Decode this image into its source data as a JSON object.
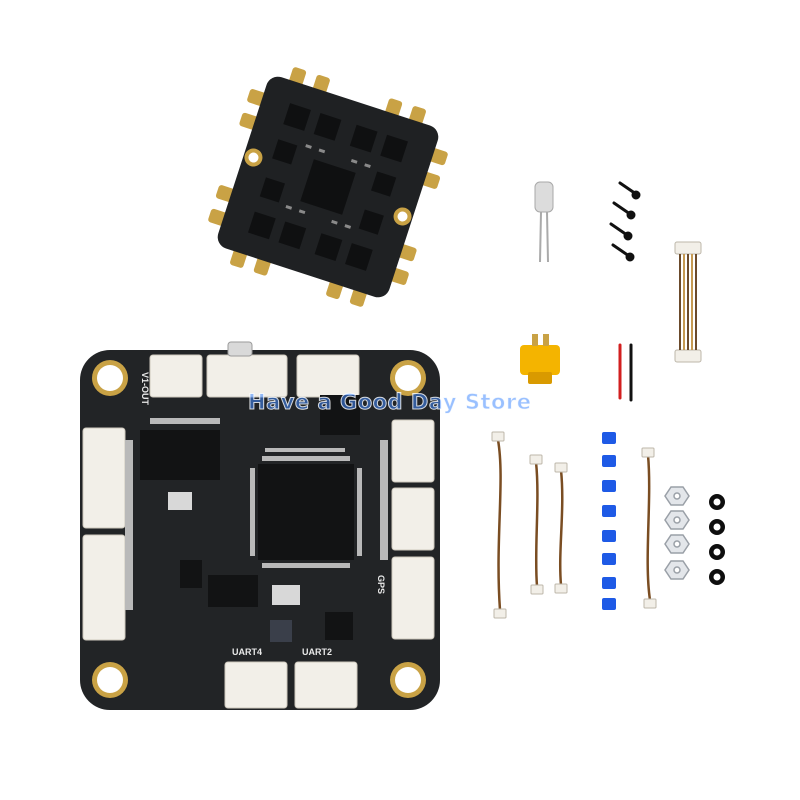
{
  "product": {
    "board_labels": {
      "top_left": "V1-OUT",
      "right": "GPS",
      "bottom_left": "UART4",
      "bottom_right": "UART2"
    },
    "watermark": "Have a Good Day Store"
  },
  "colors": {
    "background": "#ffffff",
    "pcb": "#222426",
    "gold": "#c9a245",
    "connector": "#f2efe8",
    "wire_red": "#d21f1f",
    "wire_black": "#111111",
    "xt30_yellow": "#f4b400",
    "bumper_blue": "#1e5ae6"
  },
  "items": [
    "esc-board",
    "flight-controller",
    "capacitor",
    "screws",
    "xt30-connector",
    "power-lead",
    "ribbon-cable",
    "jst-cables",
    "blue-dampers",
    "nuts",
    "rubber-grommets"
  ]
}
